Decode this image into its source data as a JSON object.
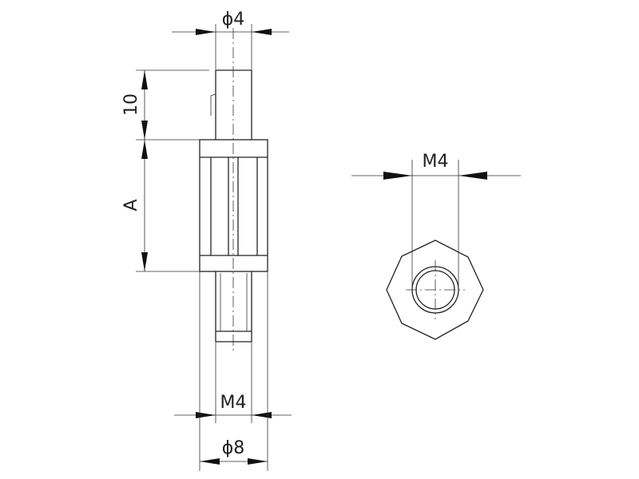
{
  "dimensions": {
    "shaft_diameter": "ϕ4",
    "male_length": "10",
    "body_length": "A",
    "male_thread": "M4",
    "body_diameter": "ϕ8",
    "female_thread": "M4"
  },
  "colors": {
    "line": "#222222",
    "background": "#ffffff"
  }
}
